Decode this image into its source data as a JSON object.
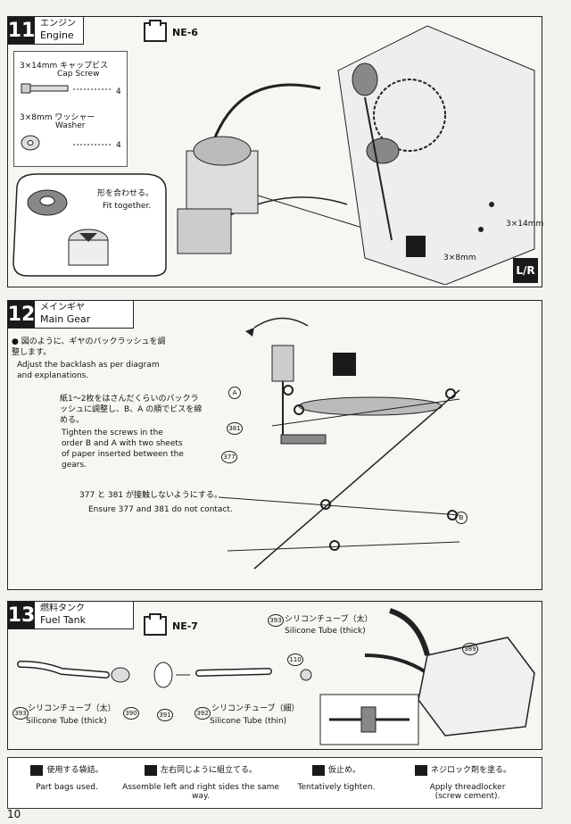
{
  "steps": {
    "s11": {
      "number": "11",
      "title_ja": "エンジン",
      "title_en": "Engine",
      "bag": "NE-6",
      "parts": [
        {
          "name_ja": "3×14mm キャップビス",
          "name_en": "Cap Screw",
          "qty": "4"
        },
        {
          "name_ja": "3×8mm ワッシャー",
          "name_en": "Washer",
          "qty": "4"
        }
      ],
      "fit_ja": "形を合わせる。",
      "fit_en": "Fit together.",
      "callout_a": "3×14mm",
      "callout_b": "3×8mm",
      "lr": "L/R"
    },
    "s12": {
      "number": "12",
      "title_ja": "メインギヤ",
      "title_en": "Main Gear",
      "note1_ja": "● 図のように、ギヤのバックラッシュを調整します。",
      "note1_en": "Adjust the backlash as per diagram and explanations.",
      "note2_ja": "紙1〜2枚をはさんだくらいのバックラッシュに調整し、B、A の順でビスを締める。",
      "note2_en": "Tighten the screws in the order B and A with two sheets of paper inserted between the gears.",
      "note3_ja": "377 と 381 が接触しないようにする。",
      "note3_en": "Ensure 377 and 381 do not contact.",
      "label_a": "A",
      "label_b": "B",
      "p381": "381",
      "p377": "377"
    },
    "s13": {
      "number": "13",
      "title_ja": "燃料タンク",
      "title_en": "Fuel Tank",
      "bag": "NE-7",
      "tube_thick_ja": "シリコンチューブ（太）",
      "tube_thick_en": "Silicone Tube (thick)",
      "tube_thin_ja": "シリコンチューブ（細）",
      "tube_thin_en": "Silicone Tube (thin)",
      "p393": "393",
      "p390": "390",
      "p391": "391",
      "p392": "392",
      "p110": "110",
      "p389": "389"
    }
  },
  "legend": [
    {
      "ja": "使用する袋詰。",
      "en": "Part bags used."
    },
    {
      "ja": "左右同じように組立てる。",
      "en": "Assemble left and right sides the same way."
    },
    {
      "ja": "仮止め。",
      "en": "Tentatively tighten."
    },
    {
      "ja": "ネジロック剤を塗る。",
      "en": "Apply threadlocker (screw cement)."
    }
  ],
  "page_number": "10"
}
